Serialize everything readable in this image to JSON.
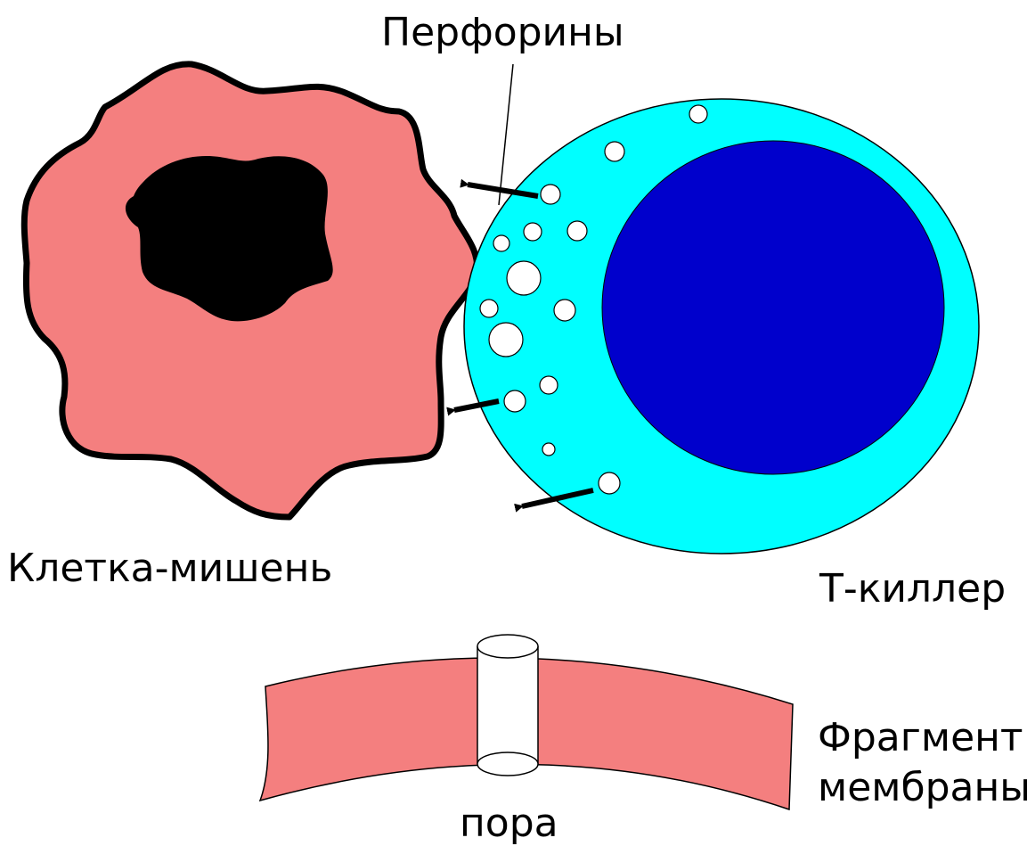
{
  "labels": {
    "perforins": "Перфорины",
    "target_cell": "Клетка-мишень",
    "t_killer": "Т-киллер",
    "membrane_fragment_line1": "Фрагмент",
    "membrane_fragment_line2": "мембраны",
    "pore": "пора"
  },
  "colors": {
    "target_cell": "#f47f7f",
    "nucleus_target": "#000000",
    "t_killer_cytoplasm": "#00ffff",
    "t_killer_nucleus": "#0000cc",
    "membrane": "#f47f7f",
    "granule": "#ffffff"
  }
}
